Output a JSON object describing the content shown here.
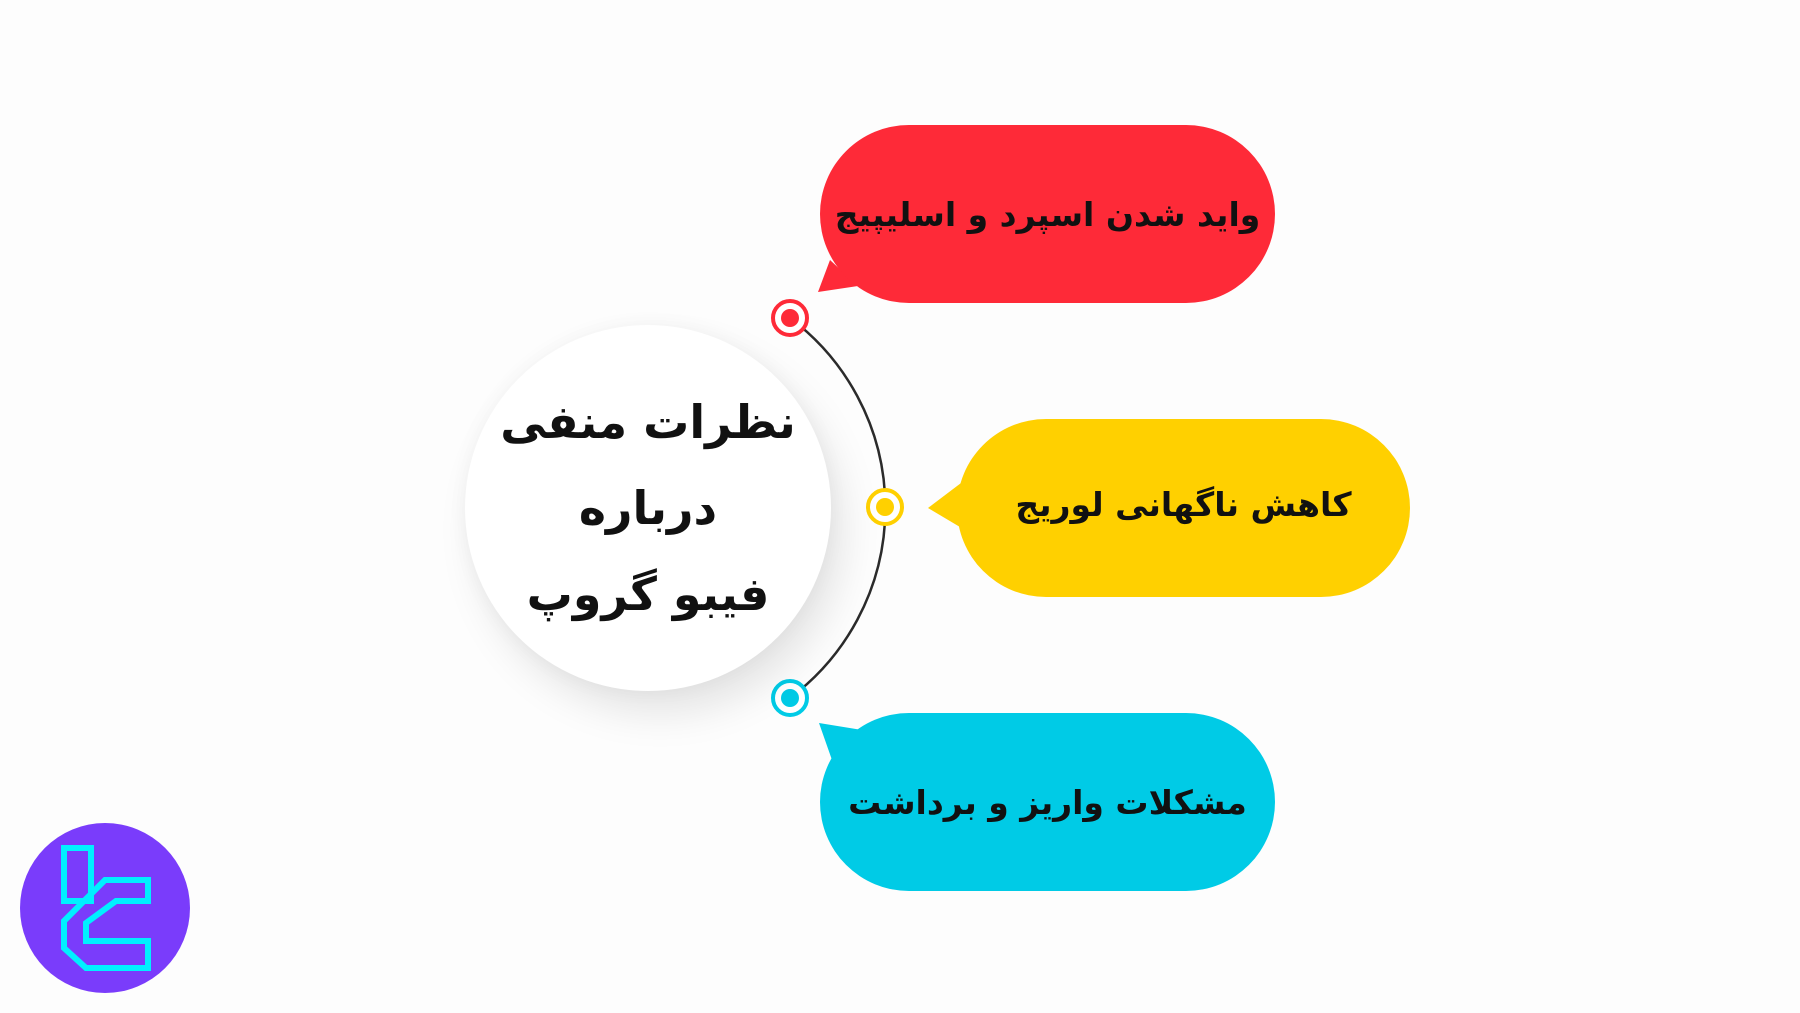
{
  "center": {
    "lines": [
      "نظرات منفی",
      "درباره",
      "فیبو گروپ"
    ]
  },
  "items": [
    {
      "label": "واید شدن اسپرد و اسلیپیج",
      "color": "#fe2a38"
    },
    {
      "label": "کاهش ناگهانی لوریج",
      "color": "#ffd000"
    },
    {
      "label": "مشکلات واریز و برداشت",
      "color": "#00cbe6"
    }
  ],
  "connector": {
    "line_color": "#2b2b2b"
  },
  "logo": {
    "icon": "brand-logo-icon",
    "background": "#7a3cfb",
    "stroke": "#00f0ff"
  }
}
